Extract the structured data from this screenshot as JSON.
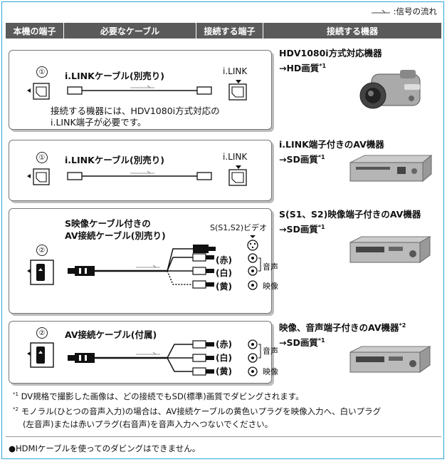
{
  "legend": {
    "label": ":信号の流れ"
  },
  "header": {
    "col1": "本機の端子",
    "col2": "必要なケーブル",
    "col3": "接続する端子",
    "col4": "接続する機器"
  },
  "rows": [
    {
      "num": "①",
      "cable": "i.LINKケーブル(別売り)",
      "terminal": "i.LINK",
      "note_line1": "接続する機器には、HDV1080i方式対応の",
      "note_line2": "i.LINK端子が必要です。",
      "device_line1": "HDV1080i方式対応機器",
      "device_line2": "→HD画質",
      "device_sup": "*1"
    },
    {
      "num": "①",
      "cable": "i.LINKケーブル(別売り)",
      "terminal": "i.LINK",
      "device_line1": "i.LINK端子付きのAV機器",
      "device_line2": "→SD画質",
      "device_sup": "*1"
    },
    {
      "num": "②",
      "cable_line1": "S映像ケーブル付きの",
      "cable_line2": "AV接続ケーブル(別売り)",
      "terminal": "S(S1,S2)ビデオ",
      "red": "(赤)",
      "white": "(白)",
      "yellow": "(黄)",
      "audio": "音声",
      "video": "映像",
      "device_line1": "S(S1、S2)映像端子付きのAV機器",
      "device_line2": "→SD画質",
      "device_sup": "*1"
    },
    {
      "num": "②",
      "cable": "AV接続ケーブル(付属)",
      "red": "(赤)",
      "white": "(白)",
      "yellow": "(黄)",
      "audio": "音声",
      "video": "映像",
      "device_line1": "映像、音声端子付きのAV機器",
      "device_sup1": "*2",
      "device_line2": "→SD画質",
      "device_sup": "*1"
    }
  ],
  "notes": {
    "n1_mark": "*1",
    "n1": "DV規格で撮影した画像は、どの接続でもSD(標準)画質でダビングされます。",
    "n2_mark": "*2",
    "n2_line1": "モノラル(ひとつの音声入力)の場合は、AV接続ケーブルの黄色いプラグを映像入力へ、白いプラグ",
    "n2_line2": "(左音声)または赤いプラグ(右音声)を音声入力へつないでください。",
    "bullet": "●HDMIケーブルを使ってのダビングはできません。"
  }
}
